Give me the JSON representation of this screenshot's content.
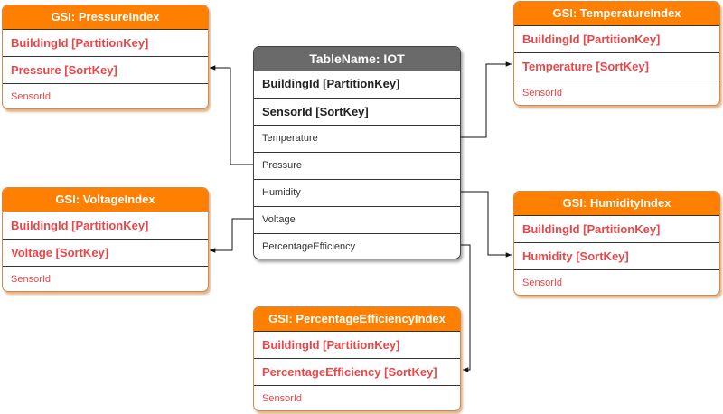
{
  "main_table": {
    "title": "TableName: IOT",
    "rows": [
      "BuildingId [PartitionKey]",
      "SensorId [SortKey]",
      "Temperature",
      "Pressure",
      "Humidity",
      "Voltage",
      "PercentageEfficiency"
    ]
  },
  "gsi": {
    "pressure": {
      "title": "GSI: PressureIndex",
      "rows": [
        "BuildingId [PartitionKey]",
        "Pressure [SortKey]",
        "SensorId"
      ]
    },
    "temperature": {
      "title": "GSI: TemperatureIndex",
      "rows": [
        "BuildingId [PartitionKey]",
        "Temperature [SortKey]",
        "SensorId"
      ]
    },
    "voltage": {
      "title": "GSI: VoltageIndex",
      "rows": [
        "BuildingId [PartitionKey]",
        "Voltage [SortKey]",
        "SensorId"
      ]
    },
    "humidity": {
      "title": "GSI: HumidityIndex",
      "rows": [
        "BuildingId [PartitionKey]",
        "Humidity [SortKey]",
        "SensorId"
      ]
    },
    "percentage_efficiency": {
      "title": "GSI: PercentageEfficiencyIndex",
      "rows": [
        "BuildingId [PartitionKey]",
        "PercentageEfficiency [SortKey]",
        "SensorId"
      ]
    }
  },
  "colors": {
    "gsi_header": "#ff7f00",
    "main_header": "#6a6a6a",
    "gsi_text": "#e8474a",
    "connector": "#111111"
  }
}
